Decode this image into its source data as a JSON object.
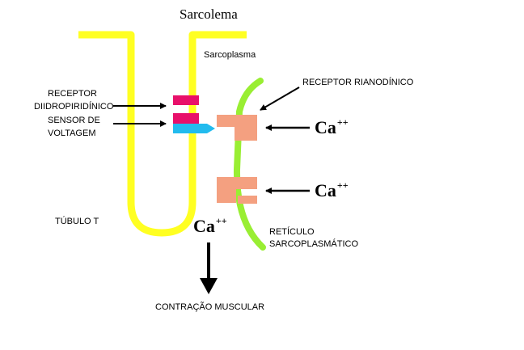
{
  "labels": {
    "sarcolema": "Sarcolema",
    "sarcoplasma": "Sarcoplasma",
    "receptor_dhp_line1": "RECEPTOR",
    "receptor_dhp_line2": "DIIDROPIRIDÍNICO",
    "sensor_line1": "SENSOR DE",
    "sensor_line2": "VOLTAGEM",
    "receptor_rianodinico": "RECEPTOR RIANODÍNICO",
    "tubulo_t": "TÚBULO T",
    "reticulo_line1": "RETÍCULO",
    "reticulo_line2": "SARCOPLASMÁTICO",
    "contracao": "CONTRAÇÃO MUSCULAR"
  },
  "ions": {
    "symbol": "Ca",
    "charge": "++"
  },
  "colors": {
    "sarcolemma": "#ffff22",
    "reticulum": "#99ee33",
    "dhp_receptor": "#e8106a",
    "voltage_sensor": "#22bbee",
    "ryanodine_receptor": "#f4a080",
    "arrow": "#000000"
  }
}
